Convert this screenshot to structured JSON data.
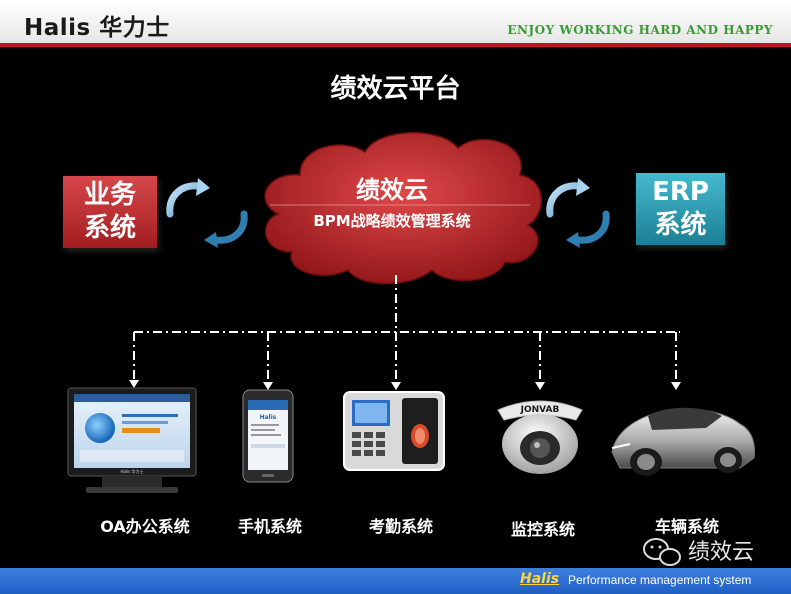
{
  "header": {
    "brand": "Halis 华力士",
    "slogan": "ENJOY WORKING HARD AND HAPPY"
  },
  "title": "绩效云平台",
  "left_box": {
    "line1": "业务",
    "line2": "系统"
  },
  "right_box": {
    "line1": "ERP",
    "line2": "系统"
  },
  "cloud": {
    "title": "绩效云",
    "subtitle": "BPM战略绩效管理系统"
  },
  "oa_screen": {
    "brand": "Halis 华力士"
  },
  "phone_screen": {
    "brand": "Halis"
  },
  "camera_brand": "JONVAB",
  "systems": [
    {
      "label": "OA办公系统"
    },
    {
      "label": "手机系统"
    },
    {
      "label": "考勤系统"
    },
    {
      "label": "监控系统"
    },
    {
      "label": "车辆系统"
    }
  ],
  "wechat": {
    "account": "绩效云"
  },
  "footer": {
    "brand": "Halis",
    "text": "Performance management system"
  },
  "colors": {
    "header_bar": "#c1121f",
    "slogan": "#3a9a33",
    "left_box": "#c0392b",
    "right_box": "#2aa3b8",
    "cloud": "#c0282a",
    "footer": "#2b6fd6"
  }
}
